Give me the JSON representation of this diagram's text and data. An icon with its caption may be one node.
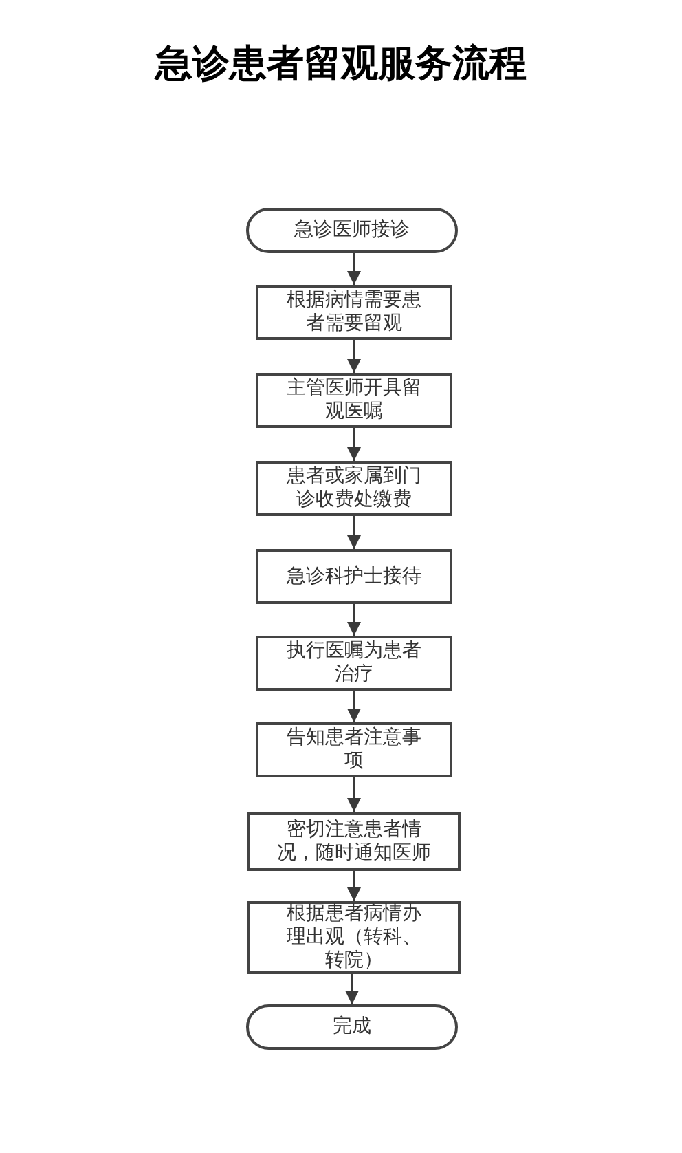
{
  "diagram": {
    "title": "急诊患者留观服务流程",
    "nodes": [
      {
        "text": [
          "急诊医师接诊"
        ]
      },
      {
        "text": [
          "根据病情需要患者需要留观"
        ]
      },
      {
        "text": [
          "主管医师开具留观医嘱"
        ]
      },
      {
        "text": [
          "患者或家属到门诊收费处缴费"
        ]
      },
      {
        "text": [
          "急诊科护士接待"
        ]
      },
      {
        "text": [
          "执行医嘱为患者治疗"
        ]
      },
      {
        "text": [
          "告知患者注意事项"
        ]
      },
      {
        "text": [
          "密切注意患者情况，随时通知医师"
        ]
      },
      {
        "text": [
          "根据患者病情办理出观（转科、转院）"
        ]
      },
      {
        "text": [
          "完成"
        ]
      }
    ],
    "edges": [
      {
        "from": 0,
        "to": 1,
        "arrow": "to"
      },
      {
        "from": 1,
        "to": 2,
        "arrow": "to"
      },
      {
        "from": 2,
        "to": 3,
        "arrow": "to"
      },
      {
        "from": 3,
        "to": 4,
        "arrow": "to"
      },
      {
        "from": 4,
        "to": 5,
        "arrow": "to"
      },
      {
        "from": 5,
        "to": 6,
        "arrow": "to"
      },
      {
        "from": 6,
        "to": 7,
        "arrow": "to"
      },
      {
        "from": 7,
        "to": 8,
        "arrow": "to"
      },
      {
        "from": 8,
        "to": 9,
        "arrow": "to"
      }
    ]
  }
}
